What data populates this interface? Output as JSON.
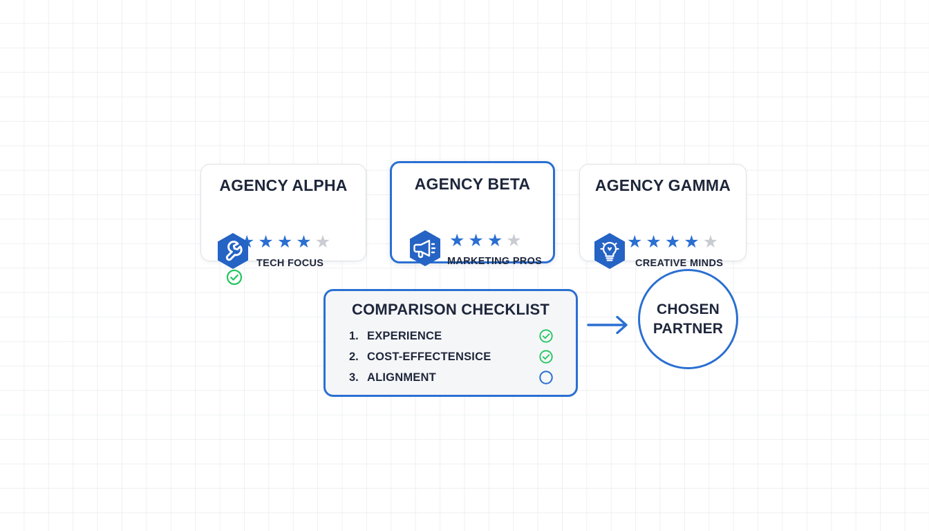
{
  "diagram": {
    "title": "Agency comparison decision diagram",
    "accent_color": "#2a6fd1",
    "success_color": "#22c55e",
    "text_color": "#1e263b",
    "star_off_color": "#c9ccd2"
  },
  "agencies": [
    {
      "id": "alpha",
      "name": "AGENCY ALPHA",
      "subtitle": "TECH FOCUS",
      "icon": "wrench-hexagon-icon",
      "rating_filled": 4,
      "rating_total": 5,
      "selected": false,
      "has_check": true
    },
    {
      "id": "beta",
      "name": "AGENCY BETA",
      "subtitle": "MARKETING PROS",
      "icon": "megaphone-hexagon-icon",
      "rating_filled": 3,
      "rating_total": 4,
      "selected": true,
      "has_check": false
    },
    {
      "id": "gamma",
      "name": "AGENCY GAMMA",
      "subtitle": "CREATIVE MINDS",
      "icon": "lightbulb-hexagon-icon",
      "rating_filled": 4,
      "rating_total": 5,
      "selected": false,
      "has_check": false
    }
  ],
  "checklist": {
    "title": "COMPARISON CHECKLIST",
    "items": [
      {
        "number": "1.",
        "label": "EXPERIENCE",
        "state": "checked"
      },
      {
        "number": "2.",
        "label": "COST-EFFECTENSICE",
        "state": "checked"
      },
      {
        "number": "3.",
        "label": "ALIGNMENT",
        "state": "unchecked"
      }
    ]
  },
  "arrow": {
    "icon": "arrow-right-icon"
  },
  "chosen_partner": {
    "line1": "CHOSEN",
    "line2": "PARTNER"
  }
}
